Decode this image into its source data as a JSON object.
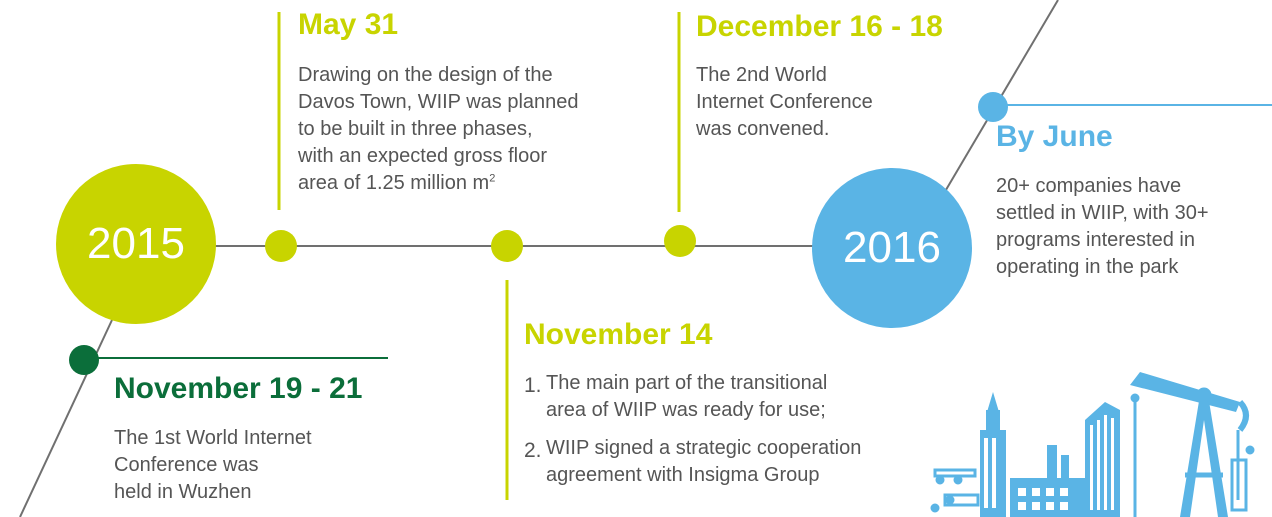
{
  "colors": {
    "lime": "#c8d400",
    "dark_green": "#0b6e3a",
    "sky_blue": "#5ab4e5",
    "gray_line": "#707070",
    "text_gray": "#555555"
  },
  "years": [
    {
      "label": "2015"
    },
    {
      "label": "2016"
    }
  ],
  "events": {
    "nov_2015": {
      "date": "November 19 - 21",
      "lines": [
        "The 1st World Internet",
        "Conference was",
        "held in Wuzhen"
      ]
    },
    "may_31": {
      "date": "May 31",
      "lines": [
        "Drawing on the design of the",
        "Davos Town, WIIP was planned",
        "to be built in three phases,",
        "with an expected gross floor"
      ],
      "last_line": "area of 1.25 million m",
      "superscript": "2"
    },
    "nov_14": {
      "date": "November 14",
      "items": [
        {
          "num": "1.",
          "lines": [
            "The main part of the transitional",
            "area of WIIP was ready for use;"
          ]
        },
        {
          "num": "2.",
          "lines": [
            " WIIP signed a strategic cooperation",
            "agreement with Insigma Group"
          ]
        }
      ]
    },
    "dec_16": {
      "date": "December 16 - 18",
      "lines": [
        "The 2nd World",
        "Internet Conference",
        "was convened."
      ]
    },
    "by_june": {
      "date": "By June",
      "lines": [
        "20+ companies have",
        "settled in WIIP, with 30+",
        "programs interested in",
        "operating in the park"
      ]
    }
  },
  "illustration": {
    "icon": "city-skyline-oil-pump-icon"
  }
}
